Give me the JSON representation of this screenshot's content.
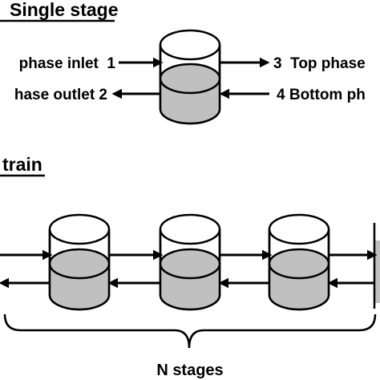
{
  "single_stage": {
    "title": "Single stage",
    "inlet_label": "phase inlet  1",
    "outlet_label": "hase outlet 2",
    "top_out_label": "3  Top phase",
    "bottom_in_label": "4 Bottom ph"
  },
  "train": {
    "title": "train",
    "stages_label": "N stages"
  },
  "colors": {
    "liquid": "#c0c0c0",
    "line": "#000000",
    "background": "#ffffff"
  }
}
